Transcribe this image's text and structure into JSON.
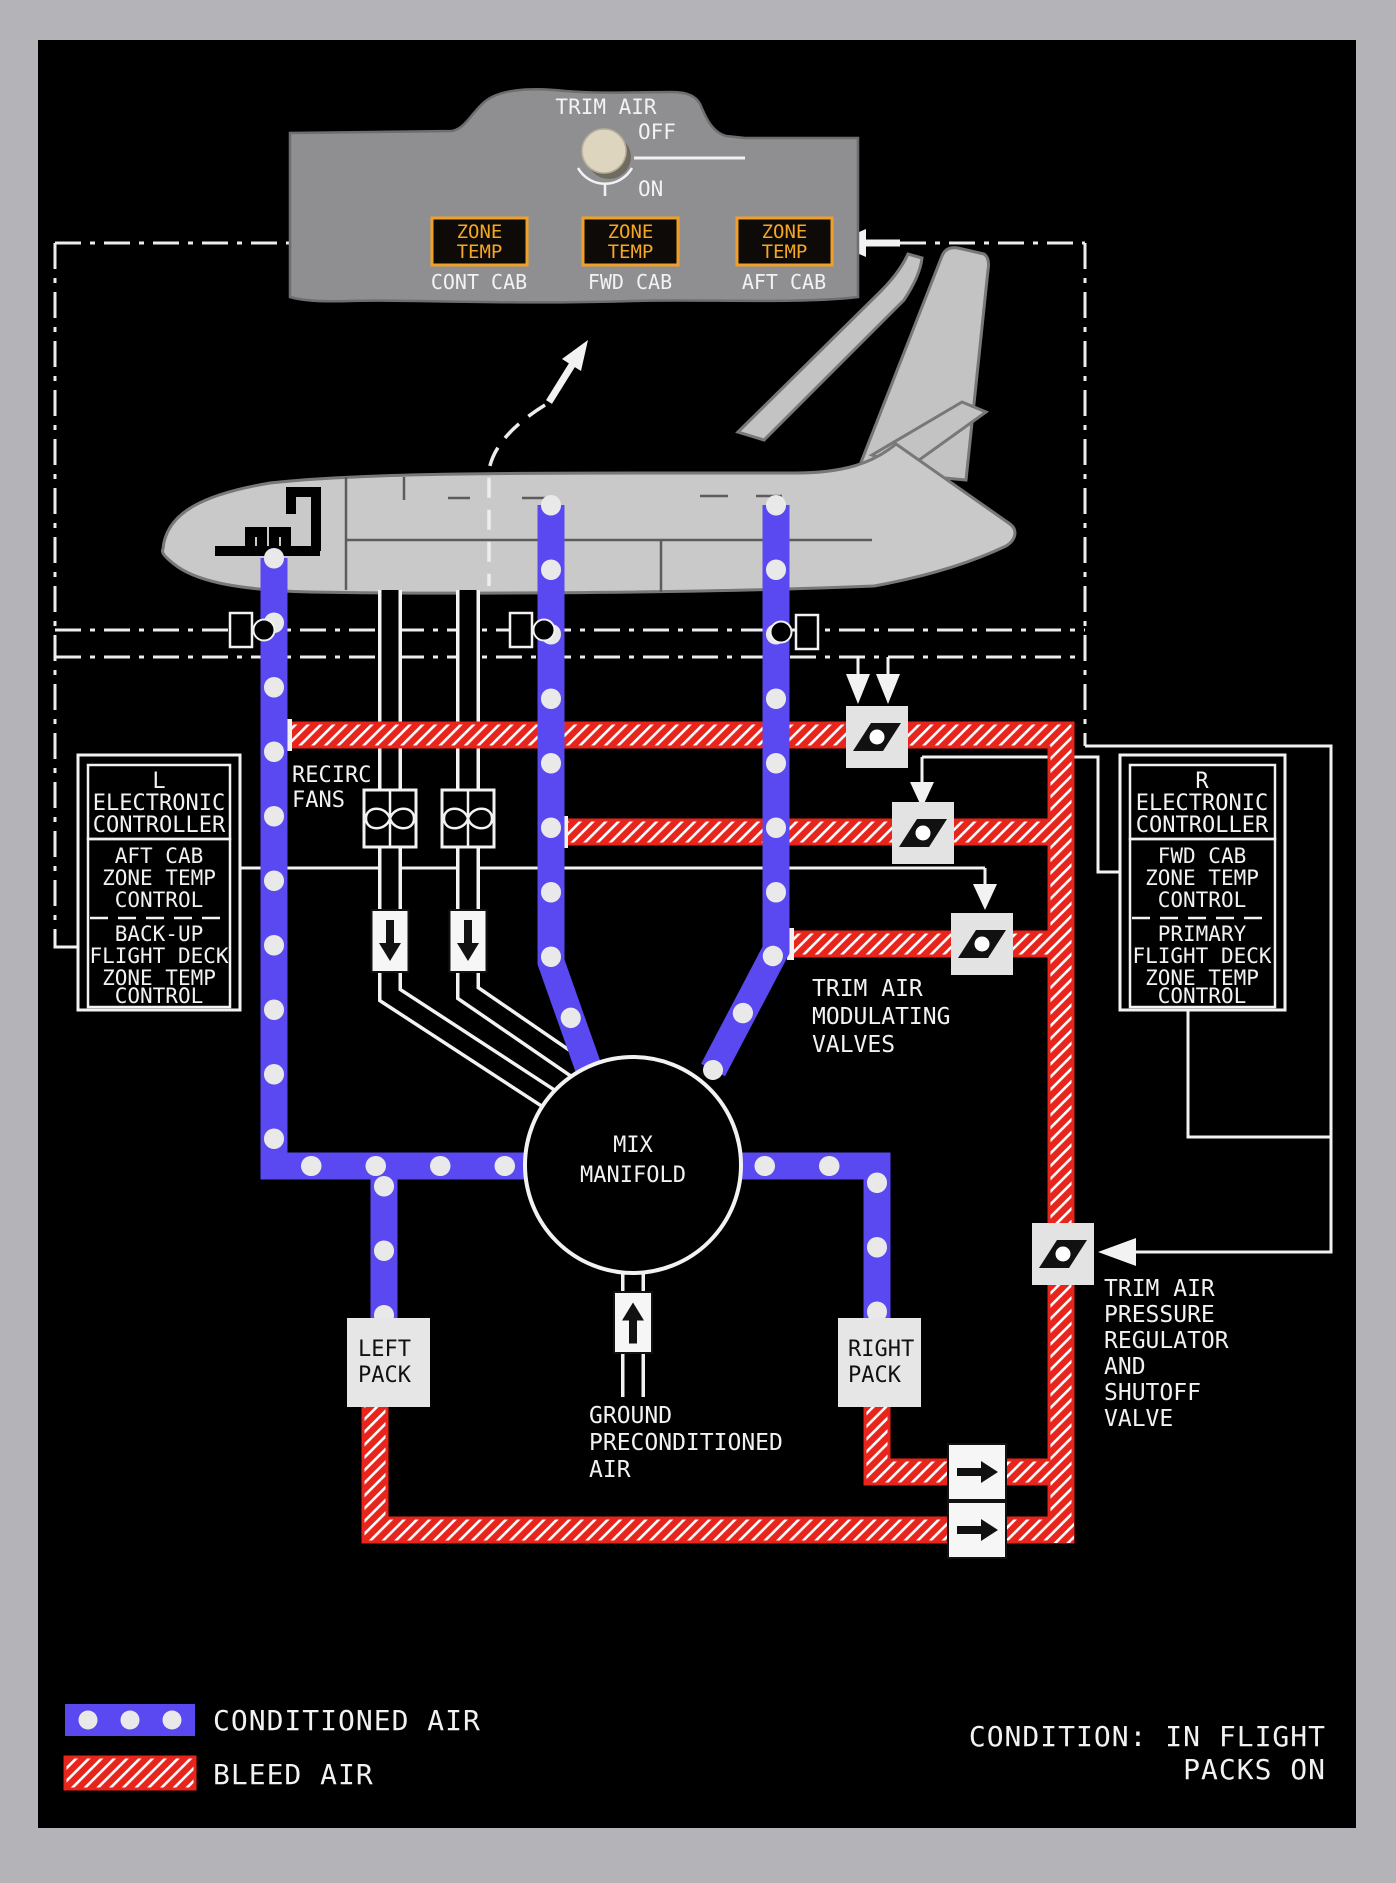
{
  "panel": {
    "title": "TRIM AIR",
    "off_label": "OFF",
    "on_label": "ON",
    "zones": [
      {
        "indicator": [
          "ZONE",
          "TEMP"
        ],
        "label": "CONT CAB"
      },
      {
        "indicator": [
          "ZONE",
          "TEMP"
        ],
        "label": "FWD CAB"
      },
      {
        "indicator": [
          "ZONE",
          "TEMP"
        ],
        "label": "AFT CAB"
      }
    ]
  },
  "controllers": {
    "left": {
      "title": [
        "L",
        "ELECTRONIC",
        "CONTROLLER"
      ],
      "upper": [
        "AFT CAB",
        "ZONE TEMP",
        "CONTROL"
      ],
      "lower": [
        "BACK-UP",
        "FLIGHT DECK",
        "ZONE TEMP",
        "CONTROL"
      ]
    },
    "right": {
      "title": [
        "R",
        "ELECTRONIC",
        "CONTROLLER"
      ],
      "upper": [
        "FWD CAB",
        "ZONE TEMP",
        "CONTROL"
      ],
      "lower": [
        "PRIMARY",
        "FLIGHT DECK",
        "ZONE TEMP",
        "CONTROL"
      ]
    }
  },
  "labels": {
    "recirc_fans": [
      "RECIRC",
      "FANS"
    ],
    "mix_manifold": [
      "MIX",
      "MANIFOLD"
    ],
    "trim_air_modulating_valves": [
      "TRIM AIR",
      "MODULATING",
      "VALVES"
    ],
    "trim_air_pressure_regulator": [
      "TRIM AIR",
      "PRESSURE",
      "REGULATOR",
      "AND",
      "SHUTOFF",
      "VALVE"
    ],
    "ground_preconditioned_air": [
      "GROUND",
      "PRECONDITIONED",
      "AIR"
    ],
    "left_pack": [
      "LEFT",
      "PACK"
    ],
    "right_pack": [
      "RIGHT",
      "PACK"
    ]
  },
  "legend": {
    "conditioned_air": "CONDITIONED AIR",
    "bleed_air": "BLEED AIR"
  },
  "condition": [
    "CONDITION: IN FLIGHT",
    "PACKS ON"
  ],
  "colors": {
    "conditioned_air": "#5a49f0",
    "bleed_air": "#e8251c",
    "amber": "#f5a623",
    "panel_gray": "#8f8f91",
    "frame_gray": "#b4b4b8"
  },
  "icons": {
    "knob": "rotary-knob-icon",
    "valve": "butterfly-valve-icon",
    "fan": "fan-icon",
    "flow_down": "flow-down-arrow-icon",
    "flow_up": "flow-up-arrow-icon",
    "flow_right": "flow-right-arrow-icon",
    "sensor": "temp-sensor-icon"
  }
}
